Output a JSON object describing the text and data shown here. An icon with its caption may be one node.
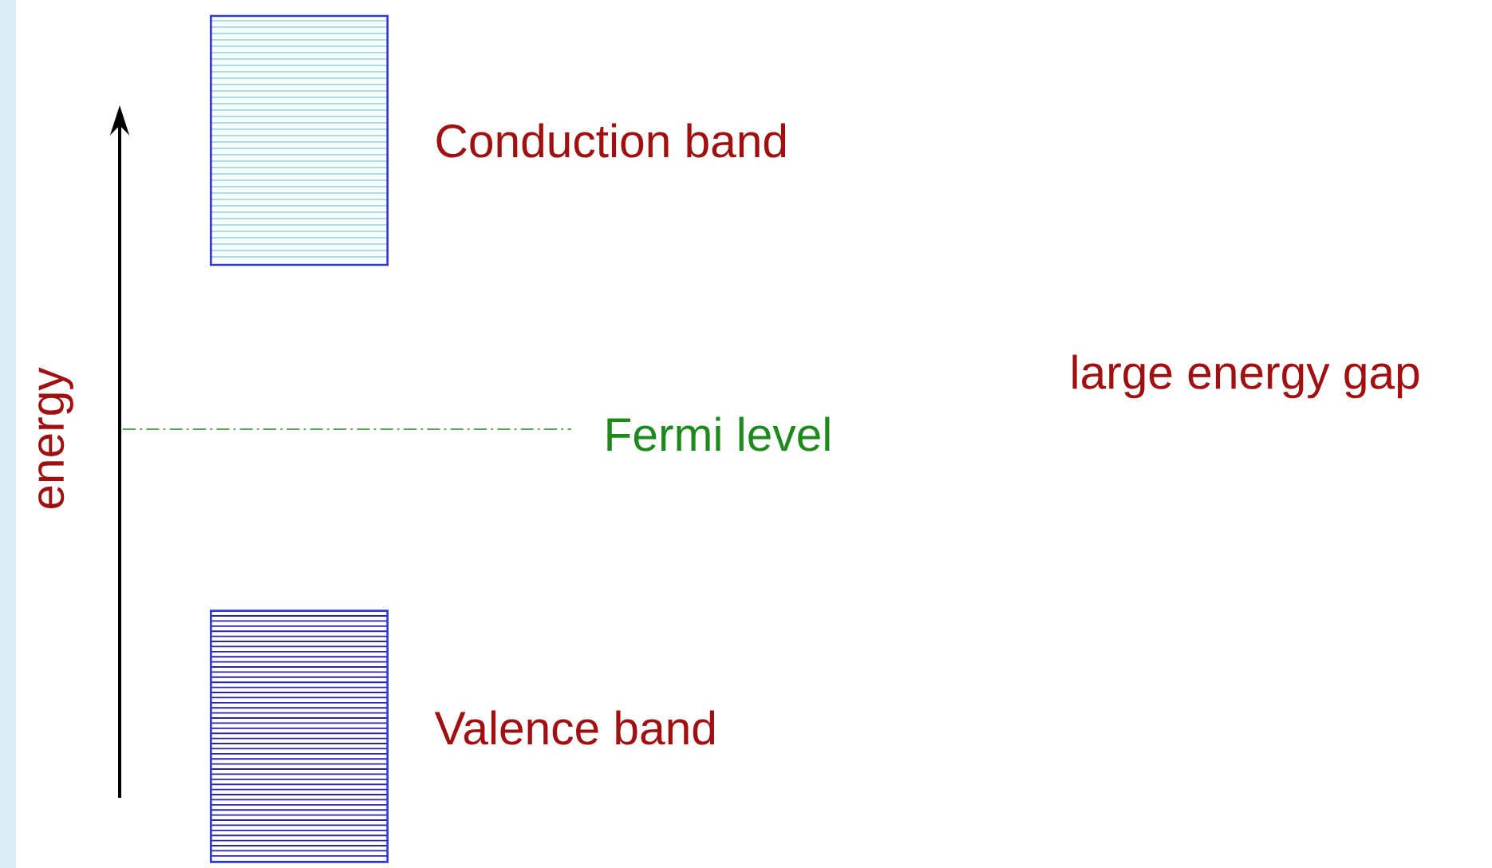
{
  "diagram": {
    "nodes": [
      {
        "text": [
          "Conduction band"
        ]
      },
      {
        "text": [
          "Valence band"
        ]
      }
    ],
    "labels": [
      "energy",
      "Fermi level",
      "large energy gap"
    ]
  }
}
